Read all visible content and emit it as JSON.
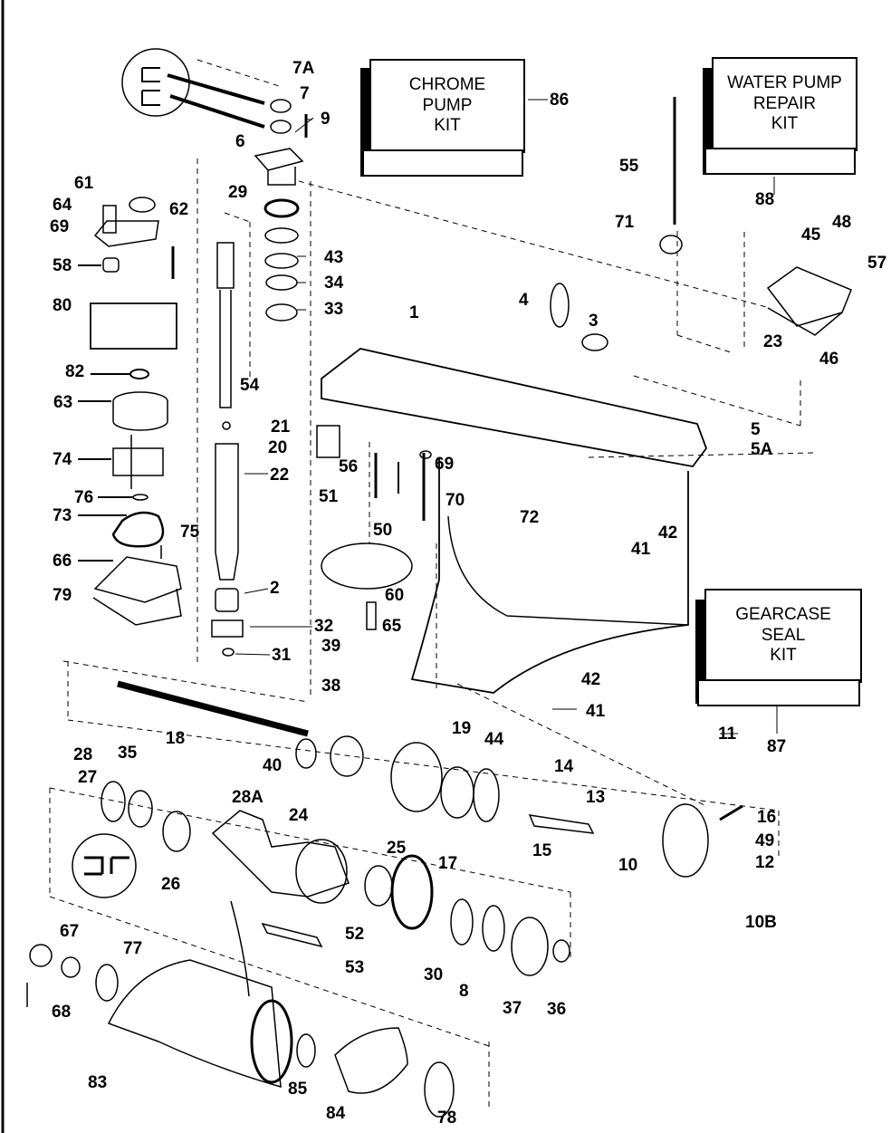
{
  "diagram": {
    "subject": "Outboard gearcase exploded parts view",
    "kits": [
      {
        "ref": "86",
        "lines": [
          "CHROME",
          "PUMP",
          "KIT"
        ]
      },
      {
        "ref": "88",
        "lines": [
          "WATER PUMP",
          "REPAIR",
          "KIT"
        ]
      },
      {
        "ref": "87",
        "lines": [
          "GEARCASE",
          "SEAL",
          "KIT"
        ]
      }
    ],
    "callouts": [
      "7A",
      "7",
      "9",
      "6",
      "29",
      "43",
      "34",
      "33",
      "61",
      "64",
      "69",
      "62",
      "58",
      "80",
      "54",
      "82",
      "63",
      "21",
      "20",
      "22",
      "74",
      "76",
      "73",
      "75",
      "66",
      "79",
      "2",
      "32",
      "31",
      "39",
      "38",
      "18",
      "40",
      "19",
      "44",
      "28",
      "35",
      "28A",
      "27",
      "24",
      "26",
      "25",
      "17",
      "52",
      "53",
      "67",
      "77",
      "68",
      "83",
      "85",
      "84",
      "78",
      "30",
      "8",
      "37",
      "36",
      "14",
      "13",
      "15",
      "16",
      "49",
      "12",
      "10",
      "10B",
      "11",
      "55",
      "71",
      "48",
      "45",
      "57",
      "23",
      "46",
      "4",
      "3",
      "1",
      "5",
      "5A",
      "56",
      "69",
      "51",
      "70",
      "50",
      "72",
      "42",
      "41",
      "60",
      "65",
      "42",
      "41"
    ]
  }
}
